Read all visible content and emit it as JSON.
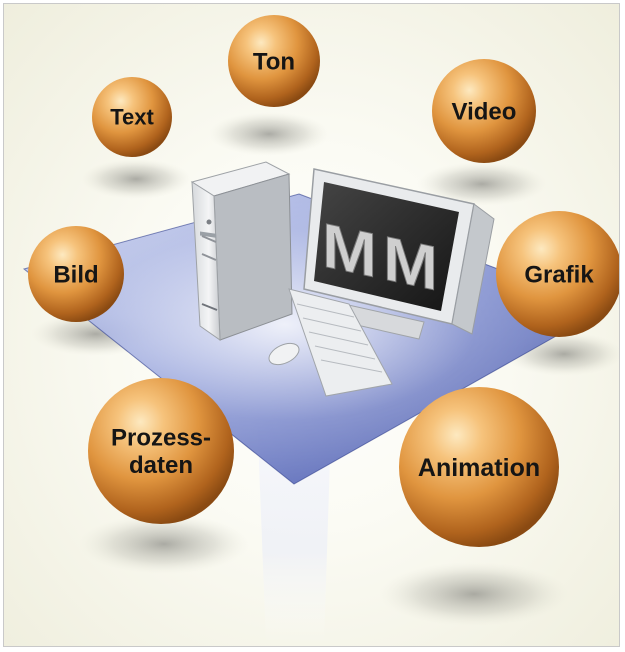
{
  "diagram": {
    "center": {
      "monitor_text": "MM",
      "items": [
        "computer-tower",
        "monitor",
        "keyboard",
        "mouse"
      ]
    },
    "media_types": [
      {
        "id": "ton",
        "lines": [
          "Ton"
        ]
      },
      {
        "id": "text",
        "lines": [
          "Text"
        ]
      },
      {
        "id": "video",
        "lines": [
          "Video"
        ]
      },
      {
        "id": "bild",
        "lines": [
          "Bild"
        ]
      },
      {
        "id": "grafik",
        "lines": [
          "Grafik"
        ]
      },
      {
        "id": "prozessdaten",
        "lines": [
          "Prozess-",
          "daten"
        ]
      },
      {
        "id": "animation",
        "lines": [
          "Animation"
        ]
      }
    ],
    "colors": {
      "sphere_highlight": "#fbe2b0",
      "sphere_mid": "#e39a45",
      "sphere_dark": "#9a5316",
      "platform_light": "#b9c4ea",
      "platform_dark": "#3f4fa6",
      "label": "#151515"
    }
  }
}
